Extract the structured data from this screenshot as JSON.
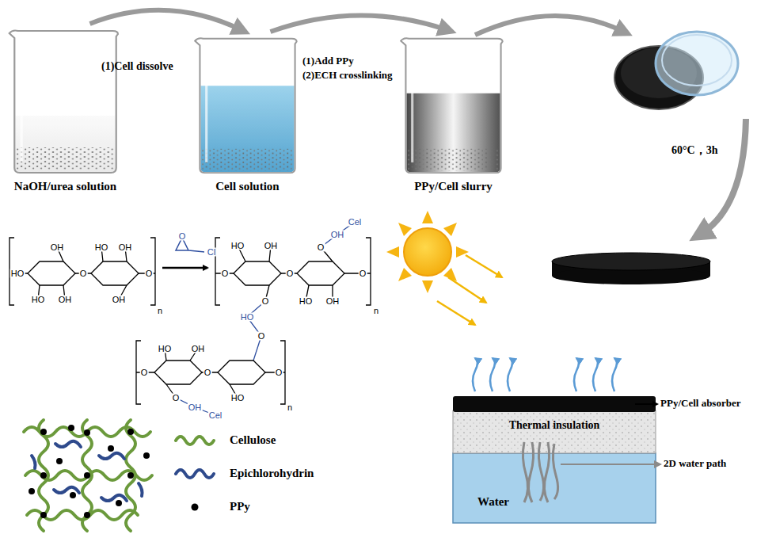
{
  "diagram": {
    "nodes": [
      {
        "text": [
          "NaOH/urea solution"
        ]
      },
      {
        "text": [
          "Cell solution"
        ]
      },
      {
        "text": [
          "PPy/Cell slurry"
        ]
      },
      {
        "text": [
          "Thermal insulation"
        ]
      },
      {
        "text": [
          "Water"
        ]
      }
    ],
    "edges": [
      {
        "from": 0,
        "to": 1,
        "arrow": "to"
      },
      {
        "from": 1,
        "to": 2,
        "arrow": "to"
      }
    ],
    "labels": [
      "(1)Cell dissolve",
      "(1)Add PPy",
      "(2)ECH crosslinking",
      "60°C，3h",
      "HO",
      "OH",
      "HO",
      "OH",
      "O",
      "HO",
      "OH",
      "OH",
      "O",
      "n",
      "O",
      "Cl",
      "O",
      "HO",
      "OH",
      "O",
      "O",
      "HO",
      "OH",
      "O",
      "OH",
      "Cel",
      "O",
      "n",
      "HO",
      "O",
      "O",
      "HO",
      "OH",
      "O",
      "O",
      "OH",
      "Cel",
      "HO",
      "O",
      "n",
      "PPy/Cell absorber",
      "2D water path"
    ],
    "legend": [
      {
        "text": "Cellulose"
      },
      {
        "text": "Epichlorohydrin"
      },
      {
        "text": "PPy"
      }
    ]
  }
}
